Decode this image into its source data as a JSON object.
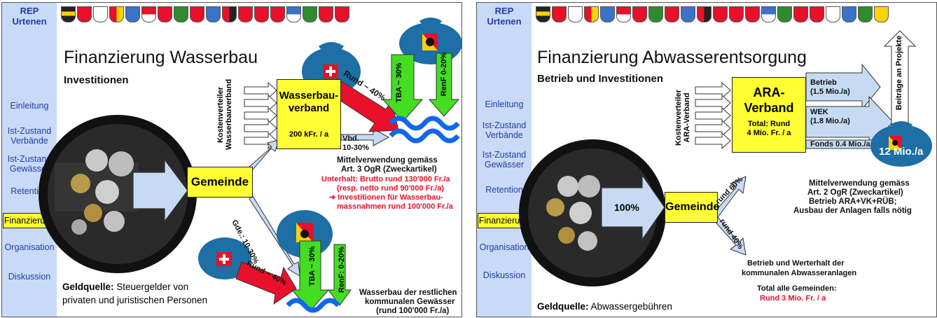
{
  "left": {
    "rep": "REP\nUrtenen",
    "nav": [
      "Einleitung",
      "Ist-Zustand Verbände",
      "Ist-Zustand Gewässer",
      "Retention",
      "Finanzierung",
      "Organisation",
      "Diskussion"
    ],
    "title": "Finanzierung Wasserbau",
    "subtitle": "Investitionen",
    "kostenverteiler": "Kostenverteiler\nWasserbauverband",
    "verband_name": "Wasserbau-\nverband",
    "verband_amount": "200 kFr. / a",
    "gemeinde": "Gemeinde",
    "rund40_top": "Rund ~ 40%",
    "tba30_top": "TBA ~ 30%",
    "renf_top": "RenF 0-20%",
    "vbd": "Vbd.\n10-30%",
    "mittel1": "Mittelverwendung gemäss",
    "mittel2": "Art. 3 OgR (Zweckartikel)",
    "unterhalt": "Unterhalt: Brutto rund 130'000 Fr./a",
    "netto": "(resp. netto rund 90'000 Fr./a)",
    "invest1": "➔ Investitionen für Wasserbau-",
    "invest2": "massnahmen rund 100'000 Fr./a",
    "gde": "Gde.: 10-30%",
    "rund40_bottom": "Rund ~ 40%",
    "tba30_bottom": "TBA ~ 30%",
    "renf_bottom": "RenF: 0-20%",
    "geldquelle_label": "Geldquelle:",
    "geldquelle_text": " Steuergelder von",
    "geldquelle_text2": "privaten und juristischen Personen",
    "wasserbau1": "Wasserbau der restlichen",
    "wasserbau2": "kommunalen Gewässer",
    "wasserbau3": "(rund 100'000 Fr./a)"
  },
  "right": {
    "rep": "REP\nUrtenen",
    "nav": [
      "Einleitung",
      "Ist-Zustand Verbände",
      "Ist-Zustand Gewässer",
      "Retention",
      "Finanzierung",
      "Organisation",
      "Diskussion"
    ],
    "title": "Finanzierung Abwasserentsorgung",
    "subtitle": "Betrieb und Investitionen",
    "kostenverteiler": "Kostenverteiler\nARA-Verband",
    "ara1": "ARA-",
    "ara2": "Verband",
    "ara_total": "Total: Rund\n4 Mio. Fr. / a",
    "betrieb": "Betrieb\n(1.5 Mio./a)",
    "wek": "WEK\n(1.8 Mio./a)",
    "fonds": "Fonds 0.4 Mio./a",
    "beitraege": "Beiträge an Projekte",
    "mio12": "12 Mio./a",
    "mittel1": "Mittelverwendung gemäss",
    "mittel2": "Art. 2 OgR (Zweckartikel)",
    "mittel3": "Betrieb ARA+VK+RÜB;",
    "mittel4": "Ausbau der Anlagen falls nötig",
    "pct100": "100%",
    "gemeinde": "Gemeinde",
    "rund60": "rund 60%",
    "rund40": "rund 40%",
    "betrieb_werterhalt1": "Betrieb und Werterhalt der",
    "betrieb_werterhalt2": "kommunalen Abwasseranlagen",
    "total1": "Total alle Gemeinden:",
    "total2": "Rund 3 Mio. Fr. / a",
    "geldquelle_label": "Geldquelle:",
    "geldquelle_text": " Abwassergebühren"
  },
  "colors": {
    "sidebar": "#c9daf8",
    "yellow": "#ffff33",
    "arrow_blue": "#c6dbf3",
    "red": "#e8102a",
    "green": "#44dd22",
    "wave": "#1166ee",
    "bag": "#1d6fa5"
  },
  "icons": [
    "coat-of-arms-icon",
    "money-bag-icon",
    "swiss-cross-icon",
    "bern-bear-icon",
    "wave-icon",
    "wallet-icon"
  ]
}
